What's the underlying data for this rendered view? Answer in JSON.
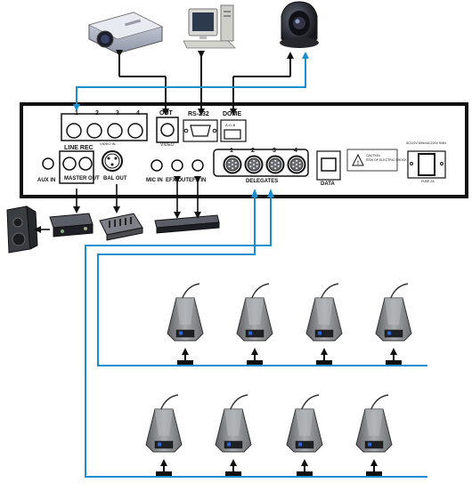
{
  "panel": {
    "video_in_numbers": [
      "1",
      "2",
      "3",
      "4"
    ],
    "video_in_label": "VIDEO IN",
    "out_label": "OUT",
    "video_label": "VIDEO",
    "rs232_label": "RS-232",
    "dome_label": "DOME",
    "dome_sub_label": "A-G-B",
    "line_rec_label": "LINE REC",
    "master_out_label": "MASTER OUT",
    "aux_in_label": "AUX IN",
    "bal_out_label": "BAL OUT",
    "mic_in_label": "MIC IN",
    "efx_out_label": "EFX OUT",
    "efx_in_label": "EFX IN",
    "delegate_numbers": [
      "1",
      "2",
      "3",
      "4"
    ],
    "delegates_label": "DELEGATES",
    "data_label": "DATA",
    "warning_text": "CAUTION\nRISK OF ELECTRIC SHOCK",
    "power_label": "AC110V 60Hz/AC220V 50Hz",
    "fuse_label": "FUSE 2A"
  },
  "devices": {
    "top": [
      "projector-icon",
      "computer-icon",
      "dome-camera-icon"
    ],
    "audio": [
      "speaker-icon",
      "amplifier-icon",
      "mixer-icon",
      "effects-processor-icon"
    ],
    "microphones_row1_count": 4,
    "microphones_row2_count": 4
  },
  "colors": {
    "blue_line": "#1a8fd0",
    "black_line": "#111111",
    "mic_body": "#8a8c90"
  }
}
